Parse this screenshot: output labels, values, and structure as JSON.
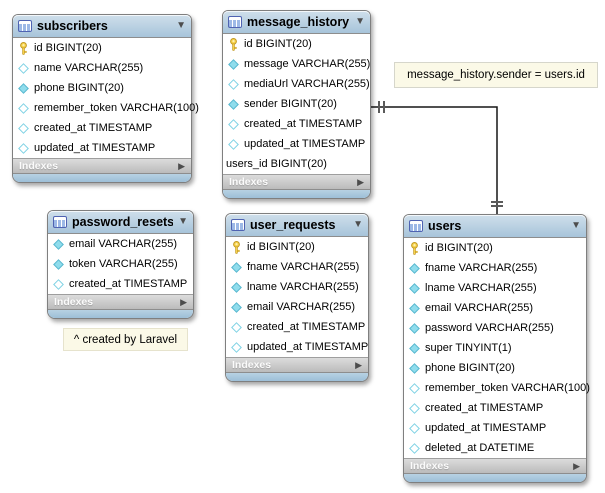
{
  "ui": {
    "indexes_label": "Indexes",
    "collapse_icon_glyph": "▼",
    "expand_icon_glyph": "▶"
  },
  "colors": {
    "header_blue_top": "#cfdfeb",
    "header_blue_bottom": "#a7c4da",
    "footer_blue": "#a5c4db",
    "indexes_gray": "#c4c4c4",
    "key_fill": "#f7d24a",
    "key_stroke": "#c29a26",
    "key_highlight": "#fdf0b0",
    "diamond_filled_fill": "#8fdcec",
    "diamond_filled_stroke": "#55b6ce",
    "diamond_outline_fill": "#ffffff",
    "diamond_outline_stroke": "#7fd2e4",
    "connector_line": "#161616",
    "connector_tick": "#5a5a5a",
    "note_background": "#fbf9e7"
  },
  "relationship": {
    "label": "message_history.sender = users.id"
  },
  "note": {
    "text": "^ created by Laravel"
  },
  "tables": [
    {
      "id": "subscribers",
      "name": "subscribers",
      "columns": [
        {
          "icon": "pk",
          "text": "id BIGINT(20)"
        },
        {
          "icon": "nullable",
          "text": "name VARCHAR(255)"
        },
        {
          "icon": "notnull",
          "text": "phone BIGINT(20)"
        },
        {
          "icon": "nullable",
          "text": "remember_token VARCHAR(100)"
        },
        {
          "icon": "nullable",
          "text": "created_at TIMESTAMP"
        },
        {
          "icon": "nullable",
          "text": "updated_at TIMESTAMP"
        }
      ]
    },
    {
      "id": "message_history",
      "name": "message_history",
      "columns": [
        {
          "icon": "pk",
          "text": "id BIGINT(20)"
        },
        {
          "icon": "notnull",
          "text": "message VARCHAR(255)"
        },
        {
          "icon": "nullable",
          "text": "mediaUrl VARCHAR(255)"
        },
        {
          "icon": "notnull",
          "text": "sender BIGINT(20)"
        },
        {
          "icon": "nullable",
          "text": "created_at TIMESTAMP"
        },
        {
          "icon": "nullable",
          "text": "updated_at TIMESTAMP"
        },
        {
          "icon": "none",
          "text": "users_id BIGINT(20)"
        }
      ]
    },
    {
      "id": "password_resets",
      "name": "password_resets",
      "columns": [
        {
          "icon": "notnull",
          "text": "email VARCHAR(255)"
        },
        {
          "icon": "notnull",
          "text": "token VARCHAR(255)"
        },
        {
          "icon": "nullable",
          "text": "created_at TIMESTAMP"
        }
      ]
    },
    {
      "id": "user_requests",
      "name": "user_requests",
      "columns": [
        {
          "icon": "pk",
          "text": "id BIGINT(20)"
        },
        {
          "icon": "notnull",
          "text": "fname VARCHAR(255)"
        },
        {
          "icon": "notnull",
          "text": "lname VARCHAR(255)"
        },
        {
          "icon": "notnull",
          "text": "email VARCHAR(255)"
        },
        {
          "icon": "nullable",
          "text": "created_at TIMESTAMP"
        },
        {
          "icon": "nullable",
          "text": "updated_at TIMESTAMP"
        }
      ]
    },
    {
      "id": "users",
      "name": "users",
      "columns": [
        {
          "icon": "pk",
          "text": "id BIGINT(20)"
        },
        {
          "icon": "notnull",
          "text": "fname VARCHAR(255)"
        },
        {
          "icon": "notnull",
          "text": "lname VARCHAR(255)"
        },
        {
          "icon": "notnull",
          "text": "email VARCHAR(255)"
        },
        {
          "icon": "notnull",
          "text": "password VARCHAR(255)"
        },
        {
          "icon": "notnull",
          "text": "super TINYINT(1)"
        },
        {
          "icon": "notnull",
          "text": "phone BIGINT(20)"
        },
        {
          "icon": "nullable",
          "text": "remember_token VARCHAR(100)"
        },
        {
          "icon": "nullable",
          "text": "created_at TIMESTAMP"
        },
        {
          "icon": "nullable",
          "text": "updated_at TIMESTAMP"
        },
        {
          "icon": "nullable",
          "text": "deleted_at DATETIME"
        }
      ]
    }
  ]
}
